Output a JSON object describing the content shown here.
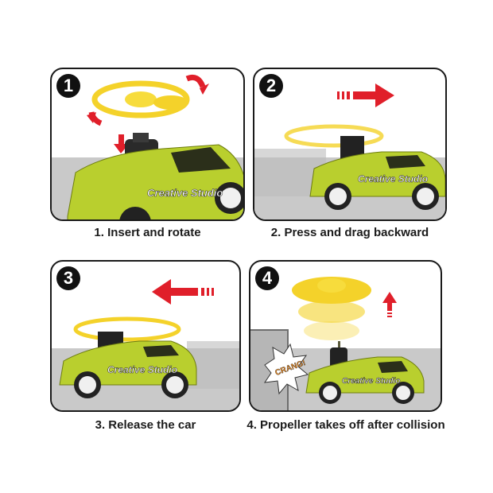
{
  "steps": [
    {
      "number": "1",
      "caption": "1. Insert and rotate"
    },
    {
      "number": "2",
      "caption": "2. Press and drag backward"
    },
    {
      "number": "3",
      "caption": "3. Release the car"
    },
    {
      "number": "4",
      "caption": "4. Propeller takes off after collision"
    }
  ],
  "car": {
    "decal": "Creative Studio",
    "body_color": "#b9cf2e"
  },
  "impact_text": "CRANG!",
  "colors": {
    "arrow": "#e01f2a",
    "propeller": "#f4d22a",
    "ground": "#c9c9c9",
    "border": "#1a1a1a"
  }
}
